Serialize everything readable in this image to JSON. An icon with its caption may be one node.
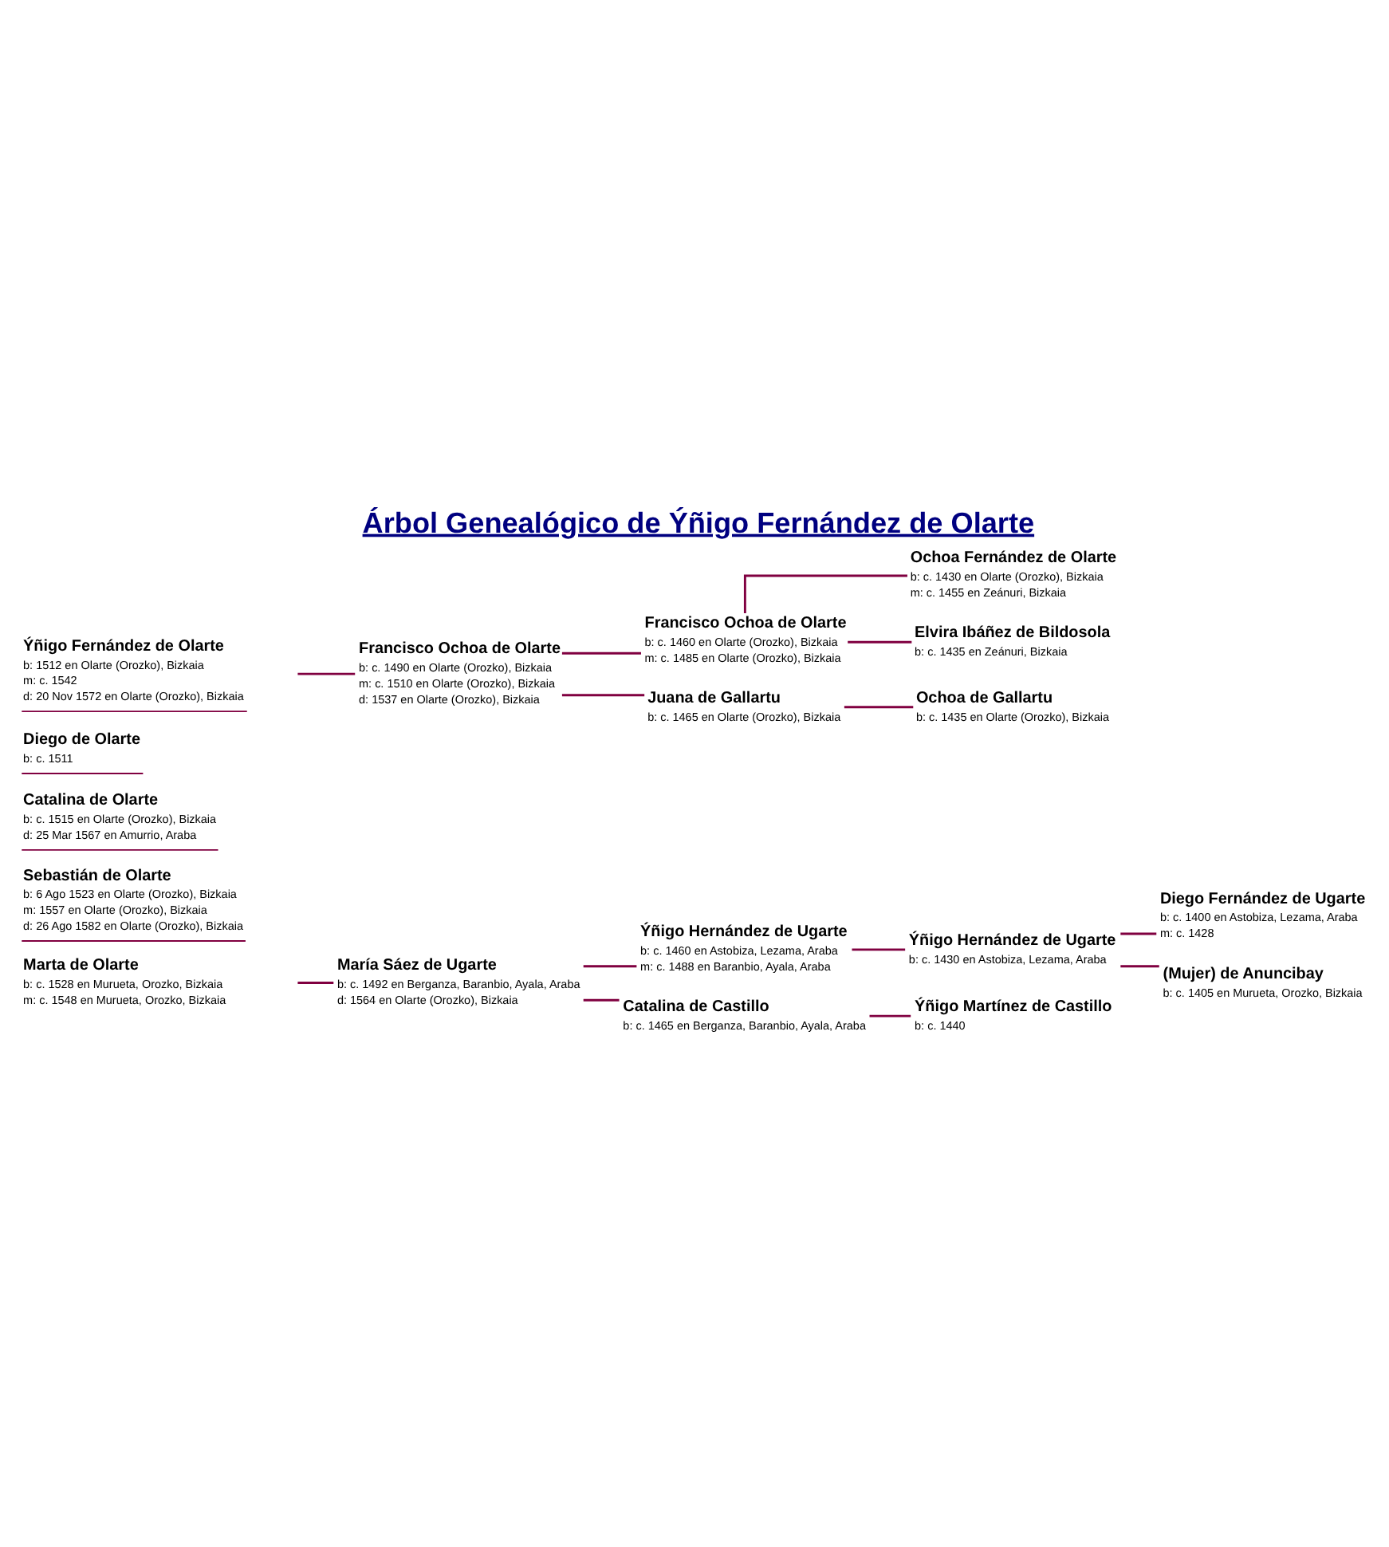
{
  "diagram": {
    "title": "Árbol Genealógico de Ýñigo Fernández de Olarte",
    "nodes": [
      {
        "text": [
          "Ochoa Fernández de Olarte",
          "b: c. 1430 en Olarte (Orozko), Bizkaia",
          "m: c. 1455 en Zeánuri, Bizkaia"
        ]
      },
      {
        "text": [
          "Francisco Ochoa de Olarte",
          "b: c. 1460 en Olarte (Orozko), Bizkaia",
          "m: c. 1485 en Olarte (Orozko), Bizkaia"
        ]
      },
      {
        "text": [
          "Elvira Ibáñez de Bildosola",
          "b: c. 1435 en Zeánuri, Bizkaia"
        ]
      },
      {
        "text": [
          "Francisco Ochoa de Olarte",
          "b: c. 1490 en Olarte (Orozko), Bizkaia",
          "m: c. 1510 en Olarte (Orozko), Bizkaia",
          "d: 1537 en Olarte (Orozko), Bizkaia"
        ]
      },
      {
        "text": [
          "Ochoa de Gallartu",
          "b: c. 1435 en Olarte (Orozko), Bizkaia"
        ]
      },
      {
        "text": [
          "Juana de Gallartu",
          "b: c. 1465 en Olarte (Orozko), Bizkaia"
        ]
      },
      {
        "text": [
          "Ýñigo Fernández de Olarte",
          "b: 1512 en Olarte (Orozko), Bizkaia",
          "m: c. 1542",
          "d: 20 Nov 1572 en Olarte (Orozko), Bizkaia"
        ]
      },
      {
        "text": [
          "Diego de Olarte",
          "b: c. 1511"
        ]
      },
      {
        "text": [
          "Catalina de Olarte",
          "b: c. 1515 en Olarte (Orozko), Bizkaia",
          "d: 25 Mar 1567 en Amurrio, Araba"
        ]
      },
      {
        "text": [
          "Sebastián de Olarte",
          "b: 6 Ago 1523 en Olarte (Orozko), Bizkaia",
          "m: 1557 en Olarte (Orozko), Bizkaia",
          "d: 26 Ago 1582 en Olarte (Orozko), Bizkaia"
        ]
      },
      {
        "text": [
          "Marta de Olarte",
          "b: c. 1528 en Murueta, Orozko, Bizkaia",
          "m: c. 1548 en Murueta, Orozko, Bizkaia"
        ]
      },
      {
        "text": [
          "Diego Fernández de Ugarte",
          "b: c. 1400 en Astobiza, Lezama, Araba",
          "m: c. 1428"
        ]
      },
      {
        "text": [
          "Ýñigo Hernández de Ugarte",
          "b: c. 1430 en Astobiza, Lezama, Araba"
        ]
      },
      {
        "text": [
          "(Mujer) de Anuncibay",
          "b: c. 1405 en Murueta, Orozko, Bizkaia"
        ]
      },
      {
        "text": [
          "Ýñigo Hernández de Ugarte",
          "b: c. 1460 en Astobiza, Lezama, Araba",
          "m: c. 1488 en Baranbio, Ayala, Araba"
        ]
      },
      {
        "text": [
          "María Sáez de Ugarte",
          "b: c. 1492 en Berganza, Baranbio, Ayala, Araba",
          "d: 1564 en Olarte (Orozko), Bizkaia"
        ]
      },
      {
        "text": [
          "Ýñigo Martínez de Castillo",
          "b: c. 1440"
        ]
      },
      {
        "text": [
          "Catalina de Castillo",
          "b: c. 1465 en Berganza, Baranbio, Ayala, Araba"
        ]
      }
    ],
    "edges": [
      {
        "from": 6,
        "to": 3,
        "arrow": "none"
      },
      {
        "from": 3,
        "to": 1,
        "arrow": "none"
      },
      {
        "from": 1,
        "to": 0,
        "arrow": "none"
      },
      {
        "from": 1,
        "to": 2,
        "arrow": "none"
      },
      {
        "from": 3,
        "to": 5,
        "arrow": "none"
      },
      {
        "from": 5,
        "to": 4,
        "arrow": "none"
      },
      {
        "from": 10,
        "to": 15,
        "arrow": "none"
      },
      {
        "from": 15,
        "to": 14,
        "arrow": "none"
      },
      {
        "from": 14,
        "to": 12,
        "arrow": "none"
      },
      {
        "from": 12,
        "to": 11,
        "arrow": "none"
      },
      {
        "from": 12,
        "to": 13,
        "arrow": "none"
      },
      {
        "from": 15,
        "to": 17,
        "arrow": "none"
      },
      {
        "from": 17,
        "to": 16,
        "arrow": "none"
      }
    ]
  }
}
